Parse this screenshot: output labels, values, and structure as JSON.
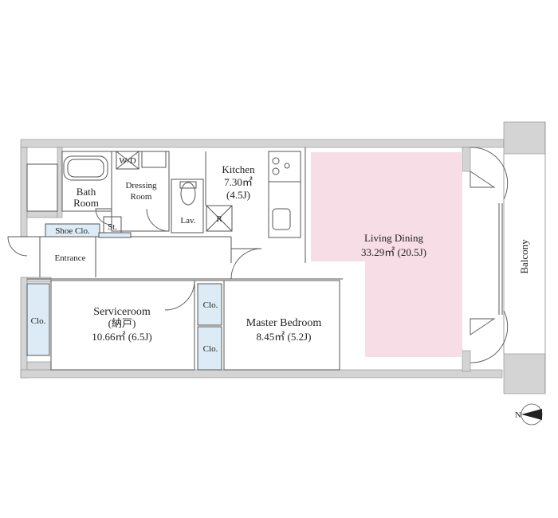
{
  "rooms": {
    "kitchen": {
      "name": "Kitchen",
      "area": "7.30㎡",
      "tatami": "(4.5J)"
    },
    "living": {
      "name": "Living Dining",
      "area_line": "33.29㎡ (20.5J)"
    },
    "service": {
      "name": "Serviceroom",
      "sub": "(納戸)",
      "area_line": "10.66㎡ (6.5J)"
    },
    "master": {
      "name": "Master Bedroom",
      "area_line": "8.45㎡ (5.2J)"
    },
    "bath": {
      "line1": "Bath",
      "line2": "Room"
    },
    "dressing": {
      "line1": "Dressing",
      "line2": "Room"
    },
    "wd": "W/D",
    "lav": "Lav.",
    "refrigerator": "R",
    "shoe_closet": "Shoe Clo.",
    "storage": "St.",
    "entrance": "Entrance",
    "closet_service": "Clo.",
    "closet_master_upper": "Clo.",
    "closet_master_lower": "Clo.",
    "balcony": "Balcony"
  },
  "compass": {
    "label": "N"
  },
  "colors": {
    "living_highlight": "#f7dde6",
    "closet_fill": "#dcebf5",
    "wall": "#d4d4d4",
    "line": "#555555"
  }
}
